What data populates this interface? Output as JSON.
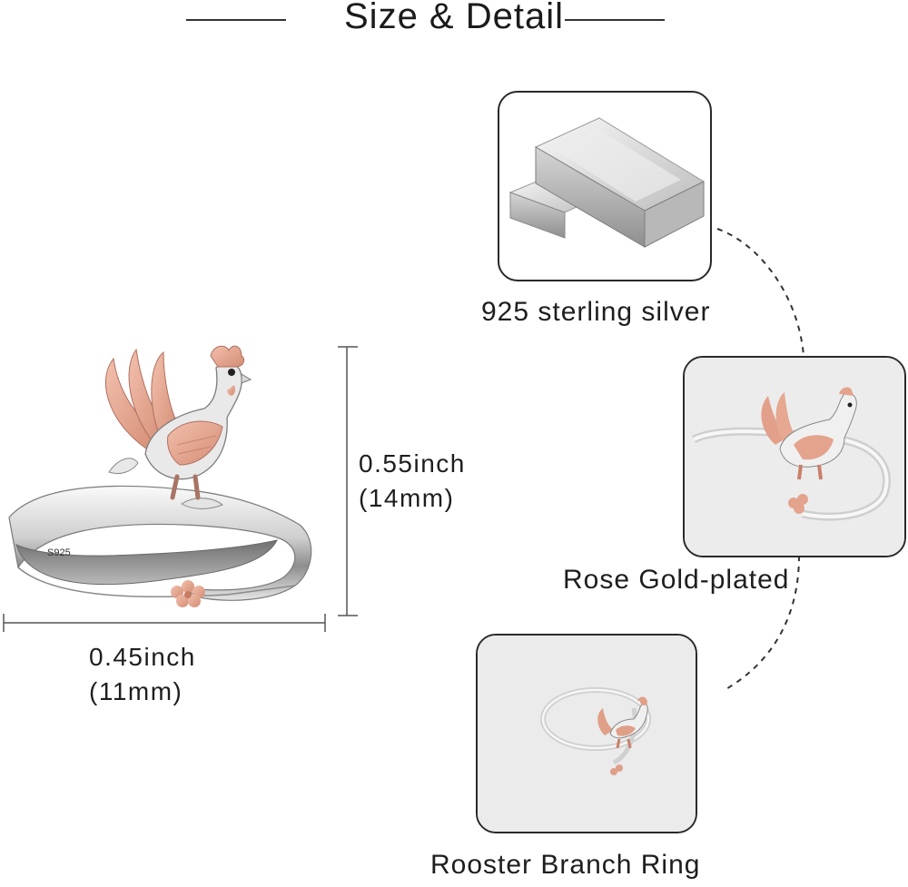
{
  "header": {
    "title": "Size & Detail"
  },
  "dimensions": {
    "height": {
      "inch": "0.55inch",
      "mm": "(14mm)"
    },
    "width": {
      "inch": "0.45inch",
      "mm": "(11mm)"
    }
  },
  "ring_engraving": "S925",
  "features": [
    {
      "label": "925 sterling silver",
      "icon": "silver-bars-icon"
    },
    {
      "label": "Rose Gold-plated",
      "icon": "rose-gold-ring-photo"
    },
    {
      "label": "Rooster Branch Ring",
      "icon": "rooster-ring-photo"
    }
  ],
  "colors": {
    "rose_gold": "#e3a08a",
    "silver": "#d8d8d8",
    "outline": "#2a2a2a"
  }
}
